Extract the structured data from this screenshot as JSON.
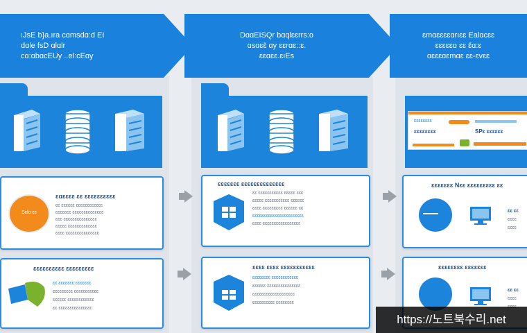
{
  "banners": [
    {
      "lines": [
        "ıJsE b}a.ıra cɑmsdɑ:d EI",
        "dɑle fsD ɑlɑlr",
        "cɑ:ɑbɑcEUy ..el:cEɑy"
      ]
    },
    {
      "lines": [
        "DɑɑEISQr bɑqlɛɛrrs:o",
        "ɑsɑɛɛ̆ ɑy ɛɛrɑɛ::ɛ.",
        "ɛɛɑɛɛ.ɛıEs"
      ]
    },
    {
      "lines": [
        "ɛmɑɛɛɛɛɑrıɛɛ Ealɑcɛɛ",
        "ɛɛɛɛɛɑ ɛɛ ɛ̆ɑ:ɛ",
        "ɑɛɛɛɑɛmɑɛ ɛɛ-ɛvɛɛ"
      ]
    }
  ],
  "cards": {
    "c1": {
      "badge": "Sɛlɑ ɛɛ",
      "title": "ɛɑɛɛɛɛ ɛɛ ɛɛɛɛɛɛɛɛɛɛ",
      "lines": [
        "ɛɛ ɛɛɛɛɛɛ ɛɛɛɛɛɛɛɛɛɛɛɛ",
        "ɛɛɛɛɛɛɛ ɛɛɛɛɛɛɛɛɛɛɛɛɛɛ",
        "ɛɛɛ ɛɛɛɛɛɛɛɛɛɛɛɛɛɛɛ",
        "ɛɛɛɛɛ ɛɛɛɛɛɛɛɛɛɛɛɛɛ",
        "ɛɛɛɛ ɛɛɛɛɛɛɛɛɛɛɛɛɛɛɛ"
      ]
    },
    "c2": {
      "title": "ɛɛɛɛɛɛɛɛɛɛ ɛɛɛɛɛɛɛɛɛ",
      "lines": [
        "ɛɛ ɛɛɛɛɛɛɛ ɛɛɛɛɛɛɛ",
        "ɛɛɛɛɛɛɛɛɛ ɛɛɛɛɛɛɛɛɛɛɛ",
        "ɛɛɛɛɛɛ ɛɛɛɛɛɛɛɛɛɛɛɛ",
        "ɛɛ ɛɛɛɛɛɛɛɛɛɛɛɛɛɛɛ"
      ]
    },
    "c3": {
      "title": "ɛɛɛɛɛɛɛ ɛɛɛɛɛɛɛɛɛɛɛɛɛɛ",
      "lines": [
        "ɛɛ ɛɛɛɛɛɛɛɛɛɛɛ ɛɛɛɛɛ ɛɛɛ",
        "ɛɛɛɛɛ ɛɛɛɛɛɛɛɛɛɛɛ ɛɛɛɛɛɛ",
        "ɛɛɛɛ ɛɛɛɛɛɛɛɛɛ ɛɛɛɛɛɛ ɛɛ",
        "ɛɛɛɛɛɛɛɛɛɛɛɛɛɛɛɛɛɛɛɛɛɛɛ",
        "ɛɛɛɛ ɛɛɛɛɛɛɛɛɛɛɛɛɛɛɛɛɛ"
      ]
    },
    "c4": {
      "title": "ɛɛɛɛ ɛɛɛɛ ɛɛɛɛɛɛɛɛɛɛɛ",
      "lines": [
        "ɛɛɛɛɛɛɛɛ ɛɛɛɛɛɛɛɛɛɛɛɛ",
        "ɛɛɛɛɛɛ ɛɛɛɛɛɛɛɛɛɛɛɛɛɛɛ",
        "ɛɛɛɛɛɛɛɛɛɛɛɛɛɛɛɛɛɛɛ",
        "ɛɛɛɛɛɛɛɛɛɛ ɛɛɛɛɛɛɛɛ"
      ]
    },
    "c5": {
      "title": "ɛɛɛɛɛɛɛ Nɛɛ ɛɛɛɛɛɛɛɛɛ ɛɛ",
      "side": [
        "ɛɛ ɛɛ",
        "ɛɛɛɛ",
        "ɛɛɛɛ"
      ]
    },
    "c6": {
      "title": "ɛɛɛɛɛɛɛɛ ɛɛɛɛɛɛɛ",
      "side": [
        "ɛɛ ɛɛ",
        "ɛɛɛɛ",
        "ɛɛɛɛ"
      ]
    }
  },
  "browser": {
    "line1": "ɛɛɛɛɛɛɛɛ",
    "line2": "ɛɛɛɛɛɛɛɛ",
    "line3": "SPɛ ɛɛɛɛɛɛ"
  },
  "watermark": "https://노트북수리.net",
  "colors": {
    "accent": "#1d84db",
    "orange": "#f28a1c",
    "green": "#7ab22e"
  }
}
